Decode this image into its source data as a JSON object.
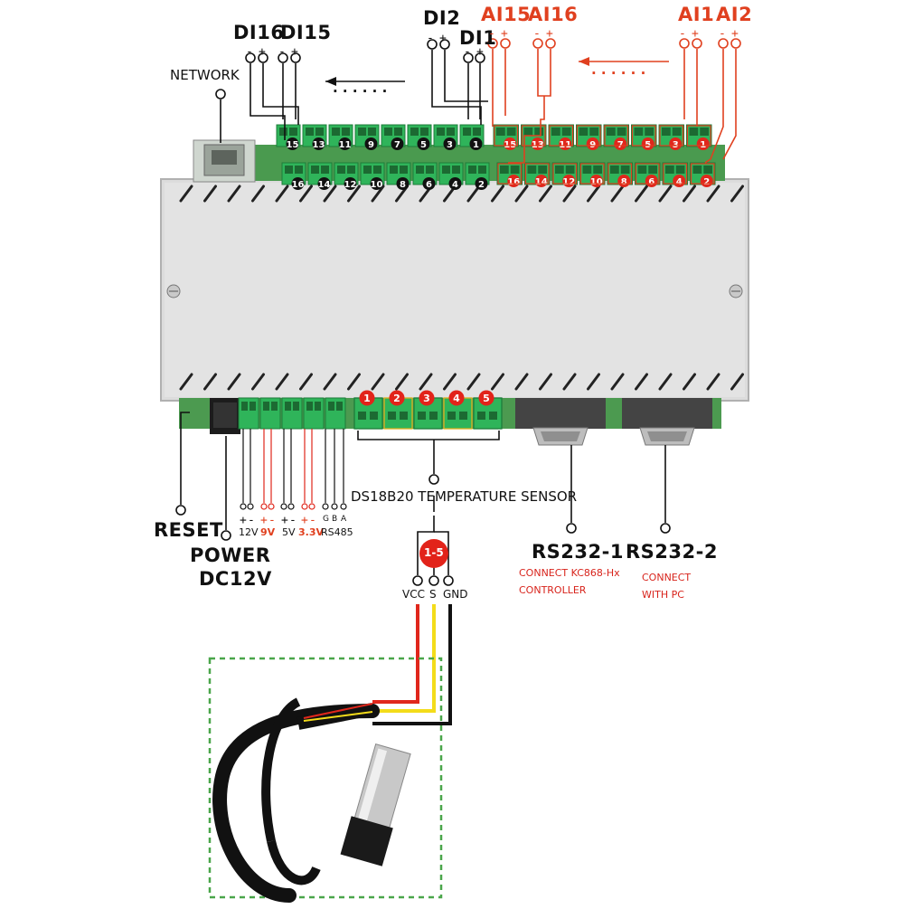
{
  "labels": {
    "di16": "DI16",
    "di15": "DI15",
    "di2": "DI2",
    "di1": "DI1",
    "ai15": "AI15",
    "ai16": "AI16",
    "ai1": "AI1",
    "ai2": "AI2",
    "network": "NETWORK",
    "dots": "· · · · · ·",
    "reset": "RESET",
    "power": "POWER",
    "dc12v": "DC12V",
    "temp_sensor": "DS18B20 TEMPERATURE SENSOR",
    "sensor_pins": "1-5",
    "vcc": "VCC",
    "s": "S",
    "gnd": "GND",
    "rs232_1": "RS232-1",
    "rs232_1_note_a": "CONNECT KC868-Hx",
    "rs232_1_note_b": "CONTROLLER",
    "rs232_2": "RS232-2",
    "rs232_2_note_a": "CONNECT",
    "rs232_2_note_b": "WITH PC",
    "v12": "12V",
    "v9": "9V",
    "v5": "5V",
    "v33": "3.3V",
    "rs485": "RS485",
    "g": "G",
    "b": "B",
    "a": "A",
    "plus": "+",
    "minus": "-"
  },
  "top_di_pins": [
    "15",
    "13",
    "11",
    "9",
    "7",
    "5",
    "3",
    "1"
  ],
  "bottom_di_pins": [
    "16",
    "14",
    "12",
    "10",
    "8",
    "6",
    "4",
    "2"
  ],
  "top_ai_pins": [
    "15",
    "13",
    "11",
    "9",
    "7",
    "5",
    "3",
    "1"
  ],
  "bottom_ai_pins": [
    "16",
    "14",
    "12",
    "10",
    "8",
    "6",
    "4",
    "2"
  ],
  "sensor_ports": [
    "1",
    "2",
    "3",
    "4",
    "5"
  ],
  "colors": {
    "accent_red": "#e0401f",
    "wire_red": "#e0271c",
    "wire_yellow": "#f3dc1a",
    "terminal_green": "#2fb45a",
    "case_grey": "#dedede"
  }
}
